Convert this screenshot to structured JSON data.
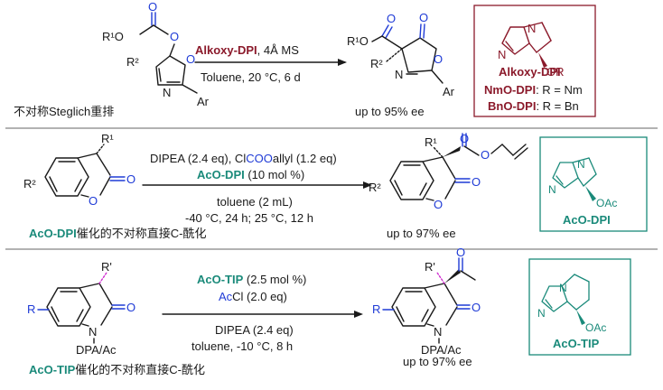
{
  "colors": {
    "text": "#1a1a1a",
    "oxygen_blue": "#1f3bd6",
    "catalyst_darkred": "#8b1a2b",
    "catalyst_teal": "#1a8a7a",
    "magenta": "#d12fd1",
    "divider": "#666666"
  },
  "section1": {
    "reagent": "Alkoxy-DPI",
    "conditions_line1_rest": ", 4Å MS",
    "conditions_line2": "Toluene, 20 °C, 6 d",
    "caption": "不对称Steglich重排",
    "yield": "up to 95% ee",
    "sm_labels": {
      "r1": "R¹O",
      "r2": "R²",
      "ar": "Ar"
    },
    "prod_labels": {
      "r1": "R¹O",
      "r2": "R²",
      "ar": "Ar"
    },
    "catalyst_box": {
      "name": "Alkoxy-DPI",
      "or_label": "OR",
      "line1_bold": "NmO-DPI",
      "line1_rest": ": R = Nm",
      "line2_bold": "BnO-DPI",
      "line2_rest": ": R = Bn"
    }
  },
  "section2": {
    "line1": "DIPEA (2.4 eq), ClCOOallyl (1.2 eq)",
    "line1_part1": "DIPEA (2.4 eq), Cl",
    "line1_blue": "COO",
    "line1_part3": "allyl (1.2 eq)",
    "line2_cat": "AcO-DPI",
    "line2_rest": " (10 mol %)",
    "line3": "toluene (2 mL)",
    "line4": "-40 °C, 24 h; 25 °C, 12 h",
    "caption_bold": "AcO-DPI",
    "caption_rest": "催化的不对称直接C-酰化",
    "yield": "up to 97% ee",
    "sm_labels": {
      "r1": "R¹",
      "r2": "R²"
    },
    "prod_labels": {
      "r1": "R¹",
      "r2": "R²"
    },
    "catalyst_box": {
      "name": "AcO-DPI",
      "oac": "OAc"
    }
  },
  "section3": {
    "line1_cat": "AcO-TIP",
    "line1_rest": " (2.5 mol %)",
    "line2_blue": "Ac",
    "line2_rest": "Cl (2.0 eq)",
    "line3": "DIPEA (2.4 eq)",
    "line4": "toluene, -10 °C, 8 h",
    "caption_bold": "AcO-TIP",
    "caption_rest": "催化的不对称直接C-酰化",
    "yield": "up to 97% ee",
    "sm_labels": {
      "r_prime": "R'",
      "r": "R",
      "n_sub": "DPA/Ac"
    },
    "prod_labels": {
      "r_prime": "R'",
      "r": "R",
      "n_sub": "DPA/Ac"
    },
    "catalyst_box": {
      "name": "AcO-TIP",
      "oac": "OAc"
    }
  }
}
